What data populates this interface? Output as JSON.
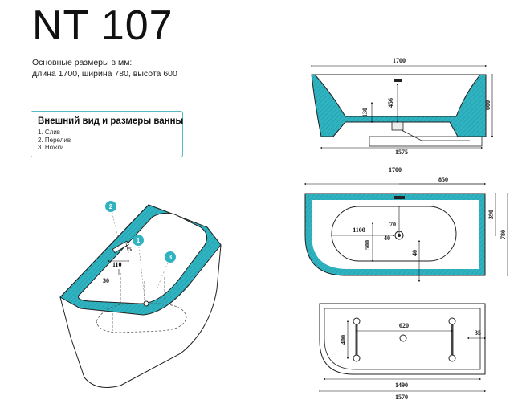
{
  "title": "NT 107",
  "dimensions": {
    "line1": "Основные размеры в мм:",
    "line2": "длина 1700, ширина 780, высота 600"
  },
  "legend": {
    "title": "Внешний вид и размеры ванны",
    "items": [
      "1. Слив",
      "2. Перелив",
      "3. Ножки"
    ]
  },
  "iso_view": {
    "callouts": [
      "1",
      "2",
      "3"
    ],
    "dims": [
      "5",
      "110",
      "30"
    ]
  },
  "front_view": {
    "dims": [
      "1700",
      "456",
      "130",
      "600",
      "1575"
    ]
  },
  "top_view": {
    "dims": [
      "1700",
      "850",
      "390",
      "780",
      "1100",
      "70",
      "40",
      "500",
      "40"
    ]
  },
  "bottom_view": {
    "dims": [
      "620",
      "400",
      "35",
      "1490",
      "1570"
    ]
  },
  "colors": {
    "accent": "#2fb3c1",
    "legend_border": "#57b9c7",
    "line": "#111111"
  }
}
